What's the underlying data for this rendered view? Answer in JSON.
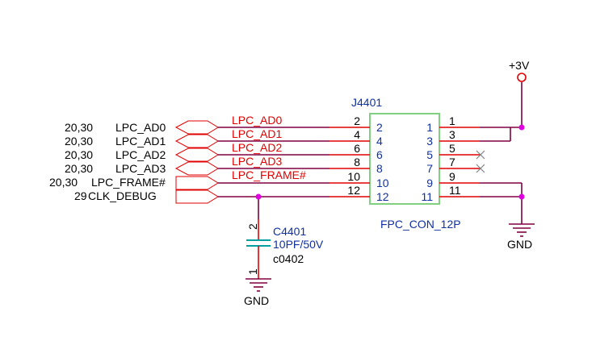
{
  "colors": {
    "net_wire": "#800040",
    "pin_stub": "#e00000",
    "label_outline": "#e00000",
    "component": "#80d080",
    "capacitor": "#00a0a0",
    "ground": "#800040",
    "junction": "#e000e0",
    "power": "#e00000",
    "no_connect": "#808080",
    "text": "#000000",
    "net_text": "#e00000",
    "designator_text": "#1030a0"
  },
  "power": {
    "label": "+3V"
  },
  "connector": {
    "ref": "J4401",
    "part": "FPC_CON_12P",
    "left_pins": [
      {
        "number": "2",
        "inner": "2"
      },
      {
        "number": "4",
        "inner": "4"
      },
      {
        "number": "6",
        "inner": "6"
      },
      {
        "number": "8",
        "inner": "8"
      },
      {
        "number": "10",
        "inner": "10"
      },
      {
        "number": "12",
        "inner": "12"
      }
    ],
    "right_pins": [
      {
        "number": "1",
        "inner": "1"
      },
      {
        "number": "3",
        "inner": "3"
      },
      {
        "number": "5",
        "inner": "5"
      },
      {
        "number": "7",
        "inner": "7"
      },
      {
        "number": "9",
        "inner": "9"
      },
      {
        "number": "11",
        "inner": "11"
      }
    ]
  },
  "nets": [
    {
      "page_ref": "20,30",
      "port": "LPC_AD0",
      "net": "LPC_AD0"
    },
    {
      "page_ref": "20,30",
      "port": "LPC_AD1",
      "net": "LPC_AD1"
    },
    {
      "page_ref": "20,30",
      "port": "LPC_AD2",
      "net": "LPC_AD2"
    },
    {
      "page_ref": "20,30",
      "port": "LPC_AD3",
      "net": "LPC_AD3"
    },
    {
      "page_ref": "20,30",
      "port": "LPC_FRAME#",
      "net": "LPC_FRAME#"
    },
    {
      "page_ref": "29",
      "port": "CLK_DEBUG",
      "net": ""
    }
  ],
  "capacitor": {
    "ref": "C4401",
    "value": "10PF/50V",
    "package": "c0402",
    "pin_top": "2",
    "pin_bottom": "1"
  },
  "grounds": [
    {
      "label": "GND"
    },
    {
      "label": "GND"
    }
  ]
}
